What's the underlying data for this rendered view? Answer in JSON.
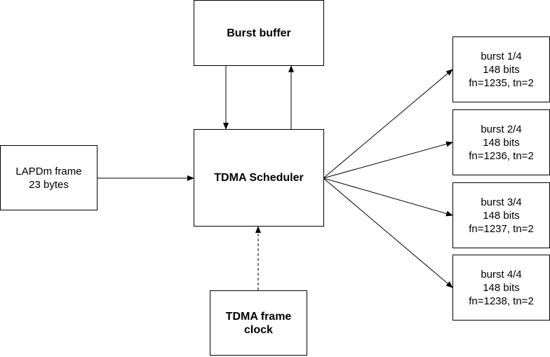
{
  "nodes": {
    "burst_buffer": {
      "lines": [
        "Burst buffer"
      ]
    },
    "scheduler": {
      "lines": [
        "TDMA Scheduler"
      ]
    },
    "lapdm": {
      "lines": [
        "LAPDm frame",
        "23 bytes"
      ]
    },
    "frame_clock": {
      "lines": [
        "TDMA frame",
        "clock"
      ]
    },
    "bursts": [
      {
        "lines": [
          "burst 1/4",
          "148 bits",
          "fn=1235, tn=2"
        ]
      },
      {
        "lines": [
          "burst 2/4",
          "148 bits",
          "fn=1236, tn=2"
        ]
      },
      {
        "lines": [
          "burst 3/4",
          "148 bits",
          "fn=1237, tn=2"
        ]
      },
      {
        "lines": [
          "burst 4/4",
          "148 bits",
          "fn=1238, tn=2"
        ]
      }
    ]
  },
  "edges": [
    {
      "from": "lapdm",
      "to": "scheduler",
      "style": "solid"
    },
    {
      "from": "burst_buffer",
      "to": "scheduler",
      "style": "solid"
    },
    {
      "from": "scheduler",
      "to": "burst_buffer",
      "style": "solid"
    },
    {
      "from": "frame_clock",
      "to": "scheduler",
      "style": "dashed"
    },
    {
      "from": "scheduler",
      "to": "burst_1",
      "style": "solid"
    },
    {
      "from": "scheduler",
      "to": "burst_2",
      "style": "solid"
    },
    {
      "from": "scheduler",
      "to": "burst_3",
      "style": "solid"
    },
    {
      "from": "scheduler",
      "to": "burst_4",
      "style": "solid"
    }
  ],
  "colors": {
    "stroke": "#000000",
    "fill": "#ffffff"
  }
}
